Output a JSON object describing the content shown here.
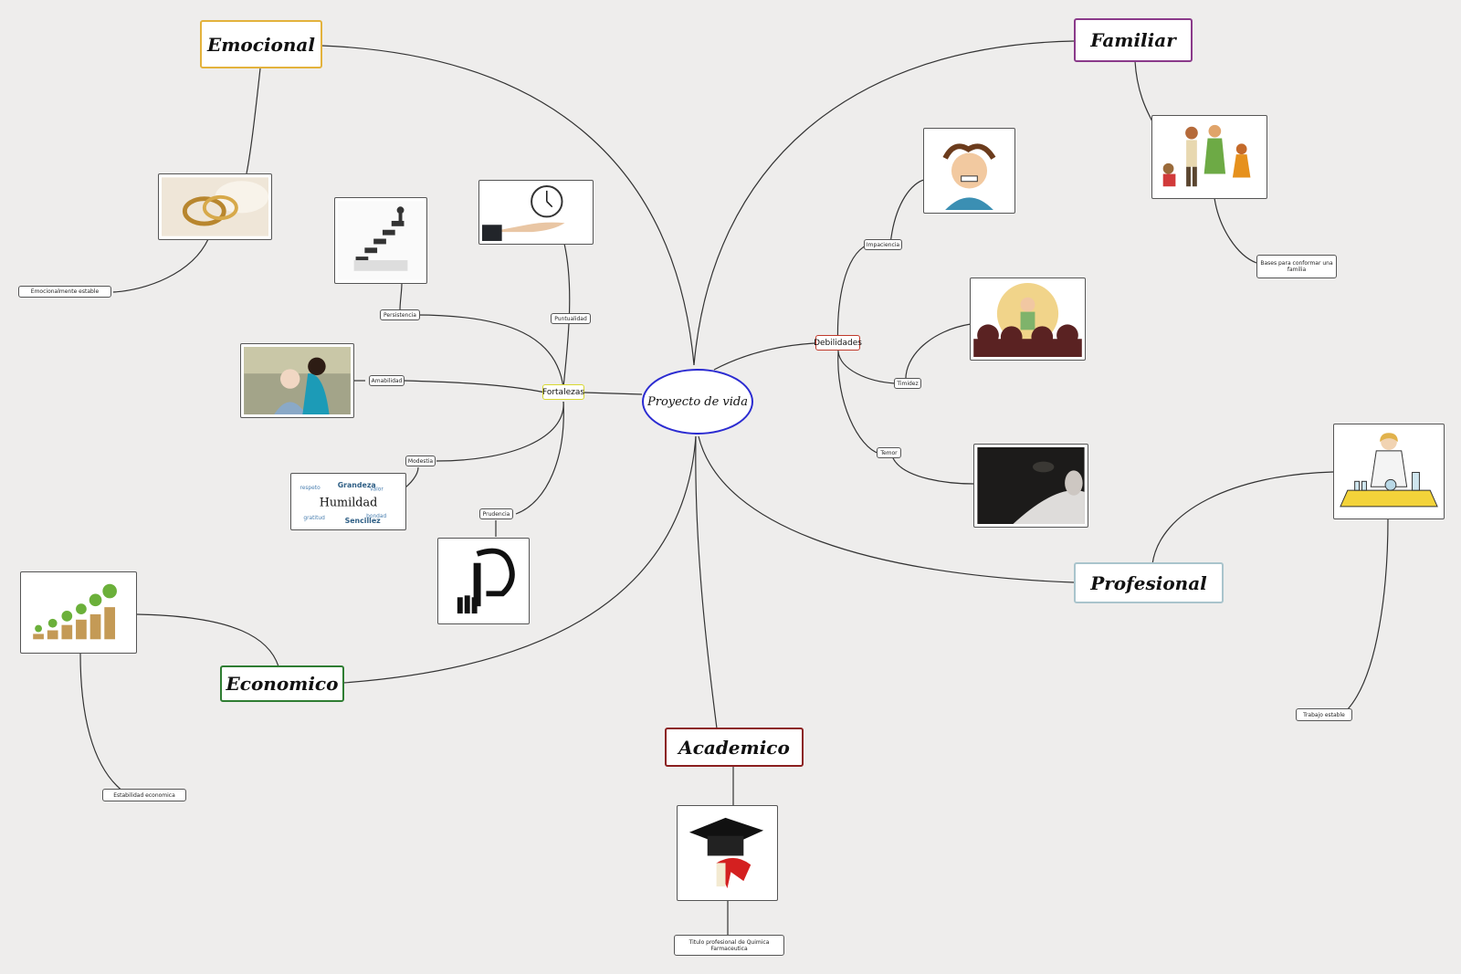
{
  "center": {
    "label": "Proyecto de vida"
  },
  "branches": {
    "emocional": {
      "label": "Emocional",
      "color": "#e3b23c",
      "leaf": "Emocionalmente estable"
    },
    "familiar": {
      "label": "Familiar",
      "color": "#8a3a8a",
      "leaf": "Bases para conformar una familia"
    },
    "profesional": {
      "label": "Profesional",
      "color": "#a9c4cc",
      "leaf": "Trabajo estable"
    },
    "academico": {
      "label": "Academico",
      "color": "#8b2020",
      "leaf": "Titulo profesional de Quimica Farmaceutica"
    },
    "economico": {
      "label": "Economico",
      "color": "#2e7d32",
      "leaf": "Estabilidad economica"
    }
  },
  "fortalezas": {
    "label": "Fortalezas",
    "color": "#d8d830",
    "items": {
      "persistencia": "Persistencia",
      "puntualidad": "Puntualidad",
      "amabilidad": "Amabilidad",
      "modestia": "Modestia",
      "prudencia": "Prudencia"
    }
  },
  "debilidades": {
    "label": "Debilidades",
    "color": "#c0392b",
    "items": {
      "impaciencia": "Impaciencia",
      "timidez": "Timidez",
      "temor": "Temor"
    }
  },
  "images": {
    "rings": "wedding-rings-icon",
    "stairs": "stairs-icon",
    "clock": "clock-in-hand-icon",
    "caregiver": "caregiver-photo-icon",
    "word_cloud": {
      "icon": "word-cloud-icon",
      "word": "Humildad"
    },
    "silence": "silence-gesture-icon",
    "coins": "growing-coins-icon",
    "grad_cap": "graduation-cap-icon",
    "angry": "angry-person-icon",
    "shy": "shy-speaker-icon",
    "fear": "fear-photo-icon",
    "family": "family-icon",
    "chemist": "chemist-icon"
  }
}
